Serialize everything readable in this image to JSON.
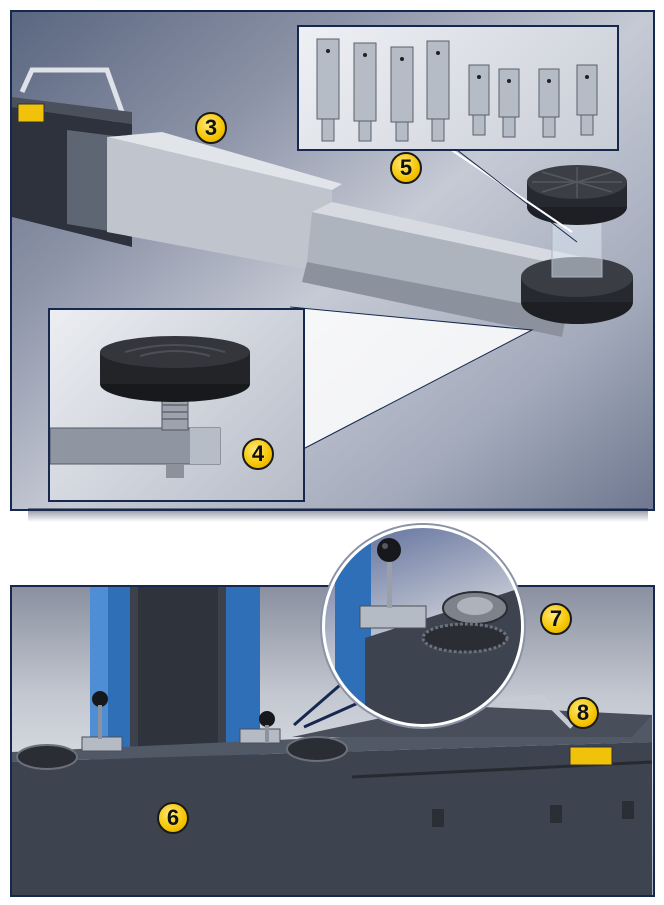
{
  "callouts": {
    "arm_extension": "3",
    "lift_pad": "4",
    "adapter_sleeves": "5",
    "lift_column": "6",
    "arm_lock": "7",
    "handle": "8"
  },
  "colors": {
    "frame_border": "#16284e",
    "badge_fill": "#f5c400",
    "column_blue": "#2f6fb8",
    "arm_dark": "#3d434f",
    "steel": "#b8bec8"
  },
  "icons": [
    "warning-label-icon"
  ]
}
